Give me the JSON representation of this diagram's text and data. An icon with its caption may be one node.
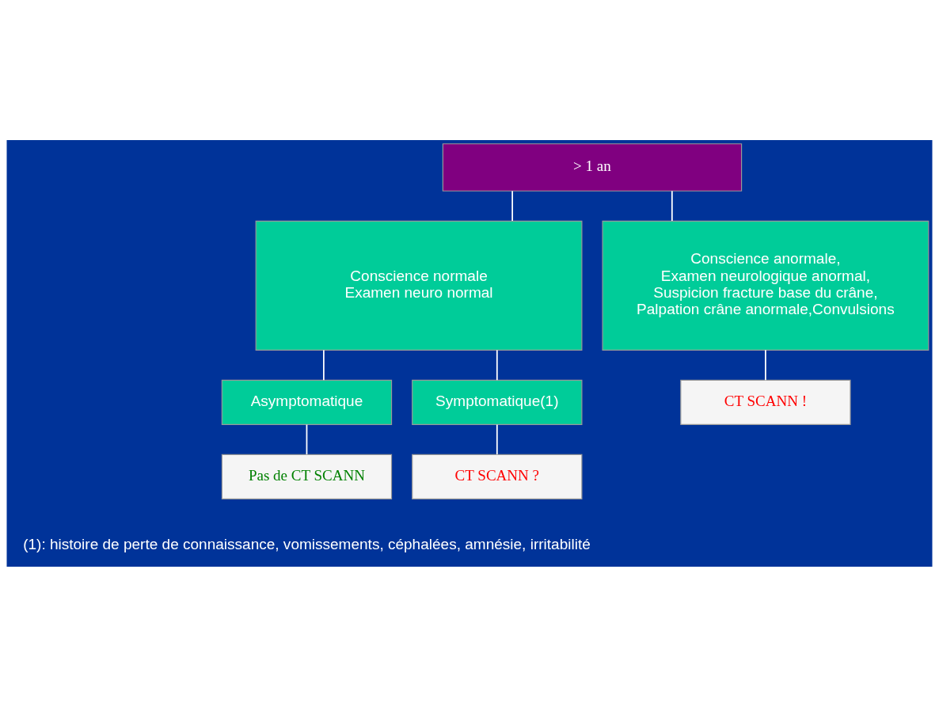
{
  "diagram": {
    "nodes": [
      {
        "text": [
          "> 1 an"
        ]
      },
      {
        "text": [
          "Conscience normale",
          "Examen neuro normal"
        ]
      },
      {
        "text": [
          "Conscience anormale,",
          "Examen neurologique anormal,",
          "Suspicion fracture base du crâne,",
          "Palpation crâne anormale,Convulsions"
        ]
      },
      {
        "text": [
          "Asymptomatique"
        ]
      },
      {
        "text": [
          "Symptomatique(1)"
        ]
      },
      {
        "text": [
          "Pas de CT SCANN"
        ]
      },
      {
        "text": [
          "CT SCANN ?"
        ]
      },
      {
        "text": [
          "CT SCANN !"
        ]
      }
    ],
    "edges": [
      {
        "from": 0,
        "to": 1,
        "arrow": "none"
      },
      {
        "from": 0,
        "to": 2,
        "arrow": "none"
      },
      {
        "from": 1,
        "to": 3,
        "arrow": "none"
      },
      {
        "from": 1,
        "to": 4,
        "arrow": "none"
      },
      {
        "from": 3,
        "to": 5,
        "arrow": "none"
      },
      {
        "from": 4,
        "to": 6,
        "arrow": "none"
      },
      {
        "from": 2,
        "to": 7,
        "arrow": "none"
      }
    ],
    "labels": [
      "(1): histoire de perte de connaissance, vomissements, céphalées, amnésie, irritabilité"
    ]
  }
}
